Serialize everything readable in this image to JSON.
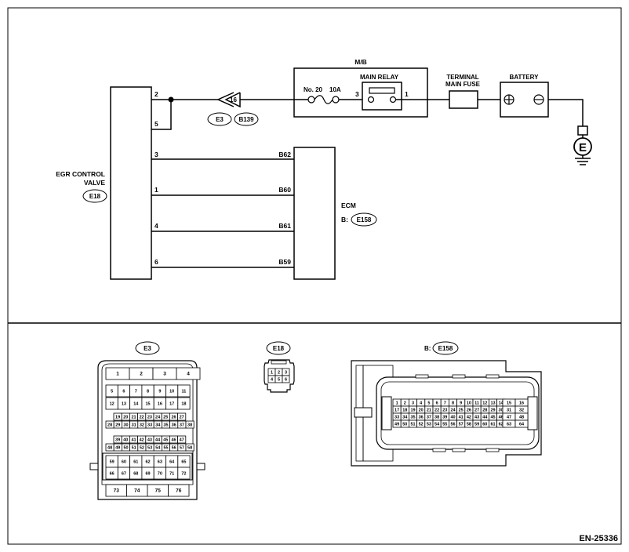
{
  "egr": {
    "name_line1": "EGR CONTROL",
    "name_line2": "VALVE",
    "connector": "E18",
    "pins": [
      "2",
      "5",
      "3",
      "1",
      "4",
      "6"
    ]
  },
  "ecm": {
    "name": "ECM",
    "connector_prefix": "B:",
    "connector": "E158",
    "pins": [
      "B62",
      "B60",
      "B61",
      "B59"
    ]
  },
  "joint": {
    "pin": "16",
    "connector_a": "E3",
    "connector_b": "B139"
  },
  "mb": {
    "name": "M/B",
    "fuse_label": "No. 20",
    "fuse_rating": "10A",
    "relay_name": "MAIN RELAY",
    "relay_pin_in": "3",
    "relay_pin_out": "1"
  },
  "terminal_fuse": {
    "line1": "TERMINAL",
    "line2": "MAIN FUSE"
  },
  "battery": {
    "name": "BATTERY"
  },
  "ground": {
    "symbol": "E"
  },
  "views": {
    "e3": {
      "label": "E3",
      "rows": {
        "top": [
          "1",
          "2",
          "3",
          "4"
        ],
        "r2": [
          "5",
          "6",
          "7",
          "8",
          "9",
          "10",
          "11"
        ],
        "r3": [
          "12",
          "13",
          "14",
          "15",
          "16",
          "17",
          "18"
        ],
        "r4": [
          "19",
          "20",
          "21",
          "22",
          "23",
          "24",
          "25",
          "26",
          "27"
        ],
        "r5": [
          "28",
          "29",
          "30",
          "31",
          "32",
          "33",
          "34",
          "35",
          "36",
          "37",
          "38"
        ],
        "r6": [
          "39",
          "40",
          "41",
          "42",
          "43",
          "44",
          "45",
          "46",
          "47"
        ],
        "r7": [
          "48",
          "49",
          "50",
          "51",
          "52",
          "53",
          "54",
          "55",
          "56",
          "57",
          "58"
        ],
        "r8": [
          "59",
          "60",
          "61",
          "62",
          "63",
          "64",
          "65"
        ],
        "r9": [
          "66",
          "67",
          "68",
          "69",
          "70",
          "71",
          "72"
        ],
        "bottom": [
          "73",
          "74",
          "75",
          "76"
        ]
      }
    },
    "e18": {
      "label": "E18",
      "rows": {
        "r1": [
          "1",
          "2",
          "3"
        ],
        "r2": [
          "4",
          "5",
          "6"
        ]
      }
    },
    "e158": {
      "prefix": "B:",
      "label": "E158",
      "rows": {
        "r1": [
          "1",
          "2",
          "3",
          "4",
          "5",
          "6",
          "7",
          "8",
          "9",
          "10",
          "11",
          "12",
          "13",
          "14"
        ],
        "r2": [
          "17",
          "18",
          "19",
          "20",
          "21",
          "22",
          "23",
          "24",
          "25",
          "26",
          "27",
          "28",
          "29",
          "30"
        ],
        "r3": [
          "33",
          "34",
          "35",
          "36",
          "37",
          "38",
          "39",
          "40",
          "41",
          "42",
          "43",
          "44",
          "45",
          "46"
        ],
        "r4": [
          "49",
          "50",
          "51",
          "52",
          "53",
          "54",
          "55",
          "56",
          "57",
          "58",
          "59",
          "60",
          "61",
          "62"
        ],
        "right": [
          [
            "15",
            "16"
          ],
          [
            "31",
            "32"
          ],
          [
            "47",
            "48"
          ],
          [
            "63",
            "64"
          ]
        ]
      }
    }
  },
  "doc_code": "EN-25336"
}
